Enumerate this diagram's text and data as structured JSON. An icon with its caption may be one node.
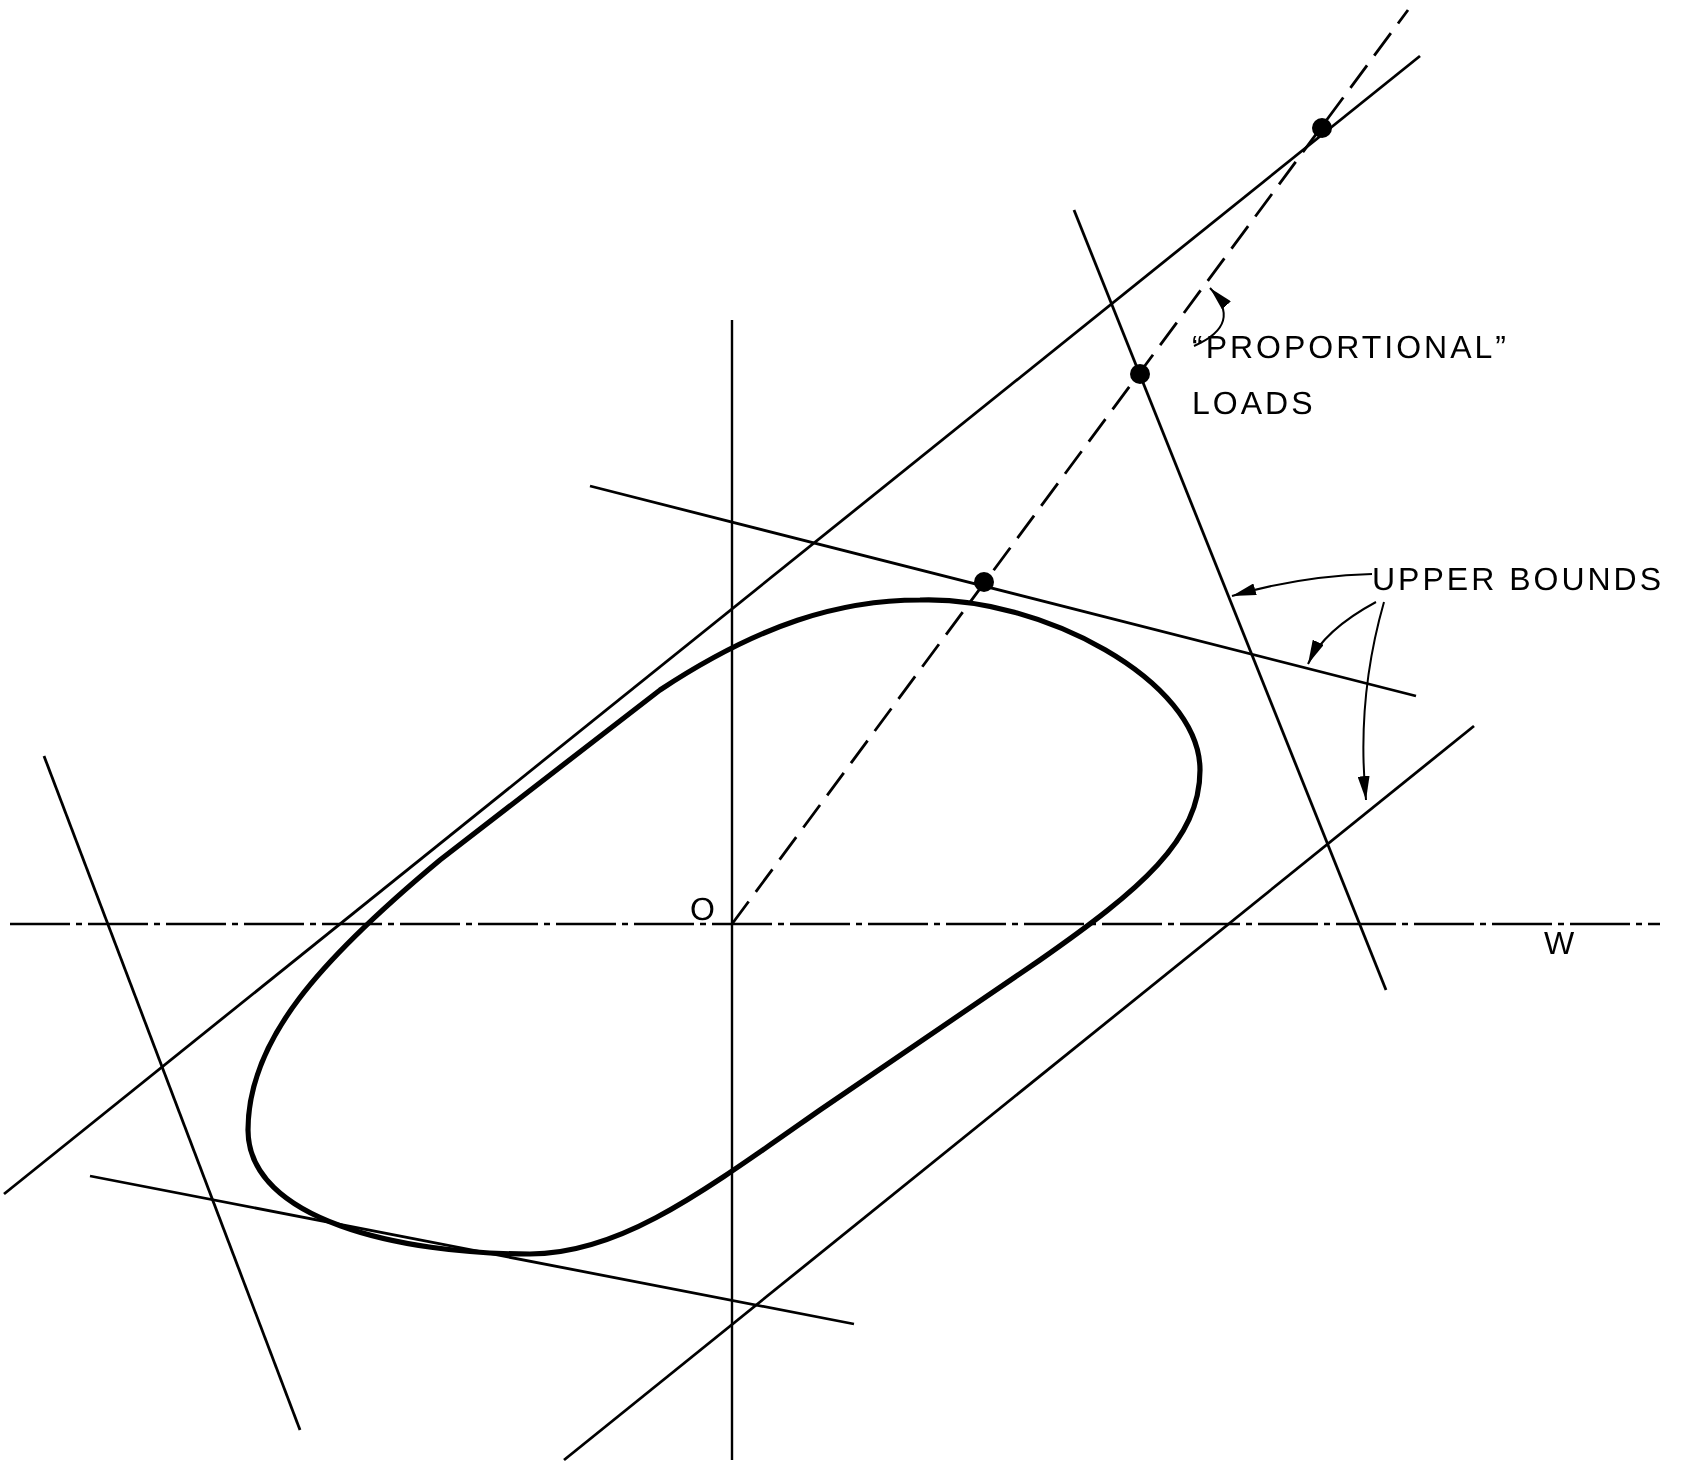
{
  "diagram": {
    "nodes": [
      {
        "text": [
          "“PROPORTIONAL” LOADS"
        ]
      },
      {
        "text": [
          "UPPER BOUNDS"
        ]
      }
    ],
    "edges": [
      {
        "from": 0,
        "to": null,
        "arrow": "to"
      },
      {
        "from": 1,
        "to": null,
        "arrow": "to"
      },
      {
        "from": 1,
        "to": null,
        "arrow": "to"
      },
      {
        "from": 1,
        "to": null,
        "arrow": "to"
      }
    ],
    "labels": [
      "O",
      "W"
    ]
  }
}
